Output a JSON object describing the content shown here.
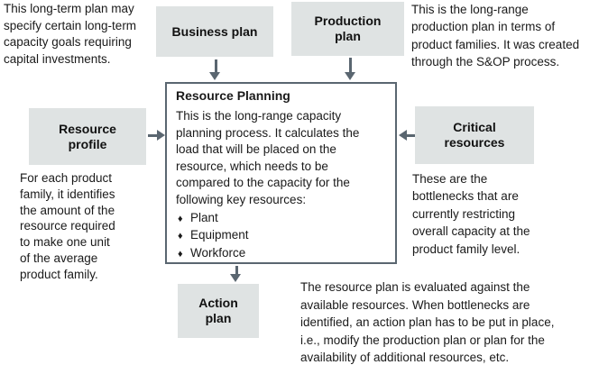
{
  "diagram": {
    "colors": {
      "box_fill": "#dfe3e3",
      "line": "#5a6670",
      "text": "#1a1a1a",
      "background": "#ffffff"
    },
    "boxes": {
      "business_plan": "Business plan",
      "production_plan": "Production\nplan",
      "resource_profile": "Resource\nprofile",
      "critical_resources": "Critical\nresources",
      "action_plan": "Action\nplan"
    },
    "central": {
      "title": "Resource Planning",
      "body": "This is the long-range capacity\nplanning process. It calculates the\nload that will be placed on the\nresource, which needs to be\ncompared to the capacity for the\nfollowing key resources:",
      "bullet_glyph": "♦",
      "bullets": [
        "Plant",
        "Equipment",
        "Workforce"
      ]
    },
    "notes": {
      "top_left": "This long-term plan may\nspecify certain long-term\ncapacity goals requiring\ncapital investments.",
      "top_right": "This is the long-range\nproduction plan in terms of\nproduct families. It was created\nthrough the S&OP process.",
      "left": "For each product\nfamily, it identifies\nthe amount of the\nresource required\nto make one unit\nof the average\nproduct family.",
      "right": "These are the\nbottlenecks that are\ncurrently restricting\noverall capacity at the\nproduct family level.",
      "bottom_right": "The resource plan is evaluated against the\navailable resources. When bottlenecks are\nidentified, an action plan has to be put in place,\ni.e., modify the production plan or plan for the\navailability of additional resources, etc."
    }
  }
}
